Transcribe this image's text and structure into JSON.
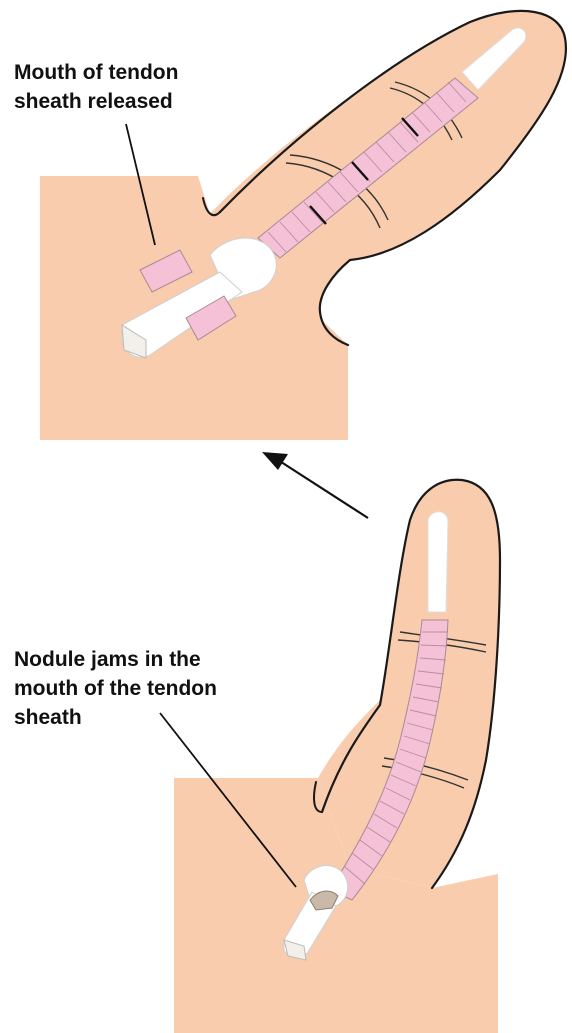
{
  "labels": {
    "top": {
      "lines": [
        "Mouth of tendon",
        "sheath released"
      ]
    },
    "bottom": {
      "lines": [
        "Nodule jams in the",
        "mouth of the tendon",
        "sheath"
      ]
    }
  },
  "colors": {
    "skin": "#f9ccad",
    "tendon_sheath": "#f4c1d6",
    "tendon": "#ffffff",
    "outline": "#1a1a1a",
    "arrow": "#111111"
  }
}
